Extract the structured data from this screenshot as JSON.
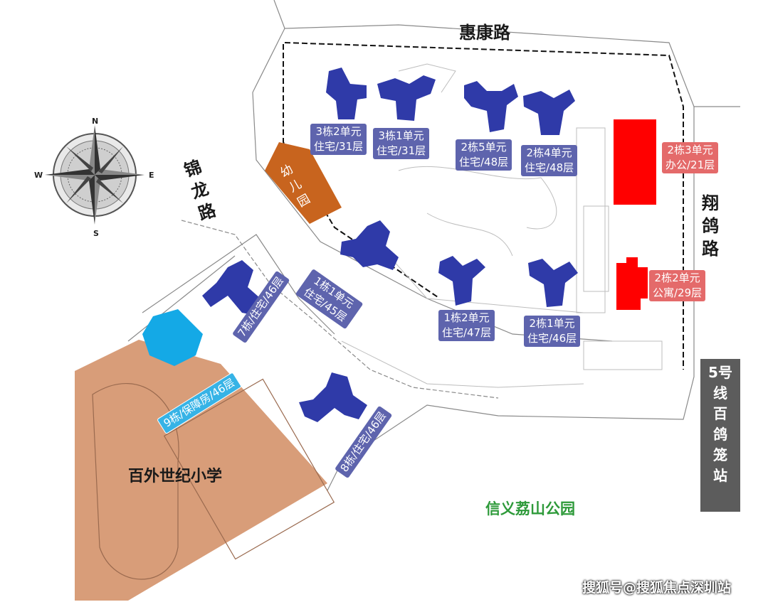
{
  "roads": {
    "north": "惠康路",
    "west": "锦龙路",
    "east": "翔鸽路"
  },
  "compass": {
    "n": "N",
    "s": "S",
    "e": "E",
    "w": "W"
  },
  "buildings": {
    "b3_2": {
      "line1": "3栋2单元",
      "line2": "住宅/31层"
    },
    "b3_1": {
      "line1": "3栋1单元",
      "line2": "住宅/31层"
    },
    "b2_5": {
      "line1": "2栋5单元",
      "line2": "住宅/48层"
    },
    "b2_4": {
      "line1": "2栋4单元",
      "line2": "住宅/48层"
    },
    "b2_3": {
      "line1": "2栋3单元",
      "line2": "办公/21层"
    },
    "b2_2": {
      "line1": "2栋2单元",
      "line2": "公寓/29层"
    },
    "b1_1": {
      "text": "1栋1单元住宅/45层"
    },
    "b1_2": {
      "line1": "1栋2单元",
      "line2": "住宅/47层"
    },
    "b2_1": {
      "line1": "2栋1单元",
      "line2": "住宅/46层"
    },
    "b7": {
      "text": "7栋/住宅/46层"
    },
    "b8": {
      "text": "8栋/住宅/46层"
    },
    "b9": {
      "text": "9栋/保障房/46层"
    }
  },
  "kindergarten": "幼儿园",
  "school": "百外世纪小学",
  "park": "信义荔山公园",
  "metro": "5号线百鸽笼站",
  "watermark": "搜狐号@搜狐焦点深圳站",
  "colors": {
    "residential": "#2f3aa8",
    "label_blue": "#5e64ad",
    "office": "#ff0000",
    "label_red": "#e46a6a",
    "kindergarten": "#c8641e",
    "affordable": "#14a9e6",
    "school": "#d4926a",
    "park_text": "#2e9a3a",
    "metro_bg": "#5c5c5c"
  }
}
